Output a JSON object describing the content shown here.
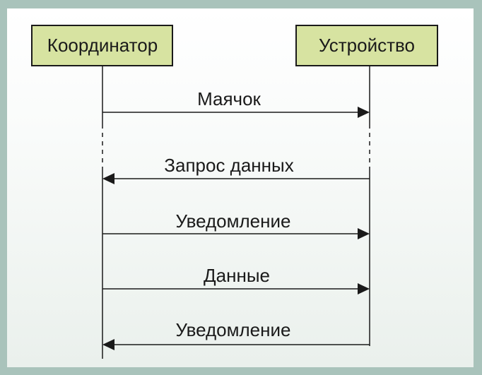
{
  "participants": {
    "coordinator": "Координатор",
    "device": "Устройство"
  },
  "messages": [
    {
      "label": "Маячок",
      "from": "coordinator",
      "to": "device"
    },
    {
      "label": "Запрос данных",
      "from": "device",
      "to": "coordinator"
    },
    {
      "label": "Уведомление",
      "from": "coordinator",
      "to": "device"
    },
    {
      "label": "Данные",
      "from": "coordinator",
      "to": "device"
    },
    {
      "label": "Уведомление",
      "from": "device",
      "to": "coordinator"
    }
  ],
  "colors": {
    "actor_fill": "#d7e3a1",
    "frame": "#a9c3bb",
    "ink": "#1a1a1a"
  }
}
